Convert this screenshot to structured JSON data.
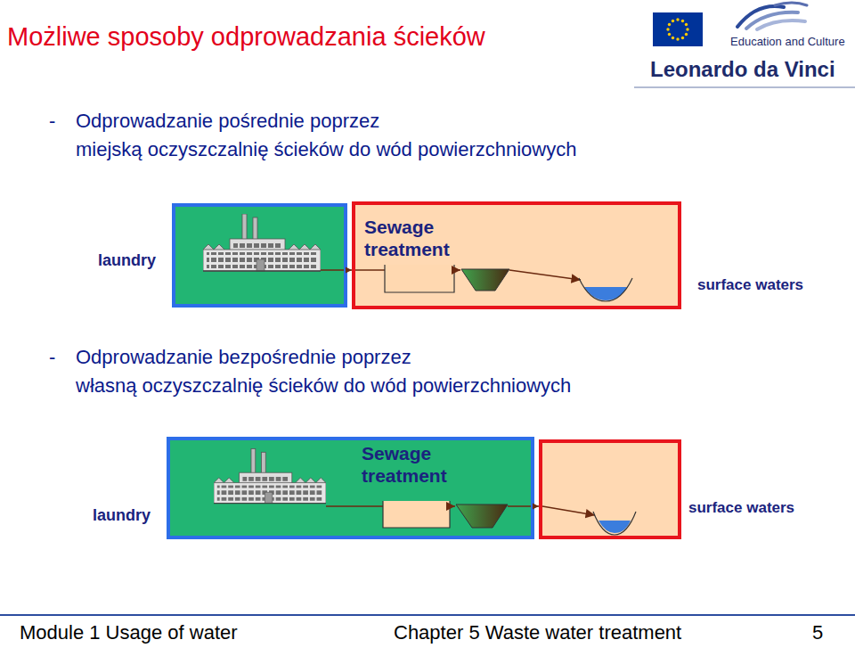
{
  "diagram": {
    "title": "Możliwe sposoby odprowadzania ścieków",
    "nodes": [
      {
        "text": [
          "laundry"
        ]
      },
      {
        "text": [
          "Sewage treatment",
          "surface waters"
        ]
      },
      {
        "text": [
          "laundry",
          "Sewage treatment"
        ]
      },
      {
        "text": [
          "surface waters"
        ]
      }
    ],
    "edges": [
      {
        "from": 0,
        "to": 1,
        "arrow": "to"
      },
      {
        "from": 2,
        "to": 3,
        "arrow": "to"
      }
    ],
    "labels": [
      "Education and Culture",
      "Leonardo da Vinci",
      "-",
      "Odprowadzanie pośrednie poprzez miejską oczyszczalnię ścieków do wód powierzchniowych",
      "-",
      "Odprowadzanie bezpośrednie poprzez własną oczyszczalnię ścieków do wód powierzchniowych",
      "Module 1 Usage of water",
      "Chapter 5 Waste water treatment",
      "5"
    ]
  }
}
